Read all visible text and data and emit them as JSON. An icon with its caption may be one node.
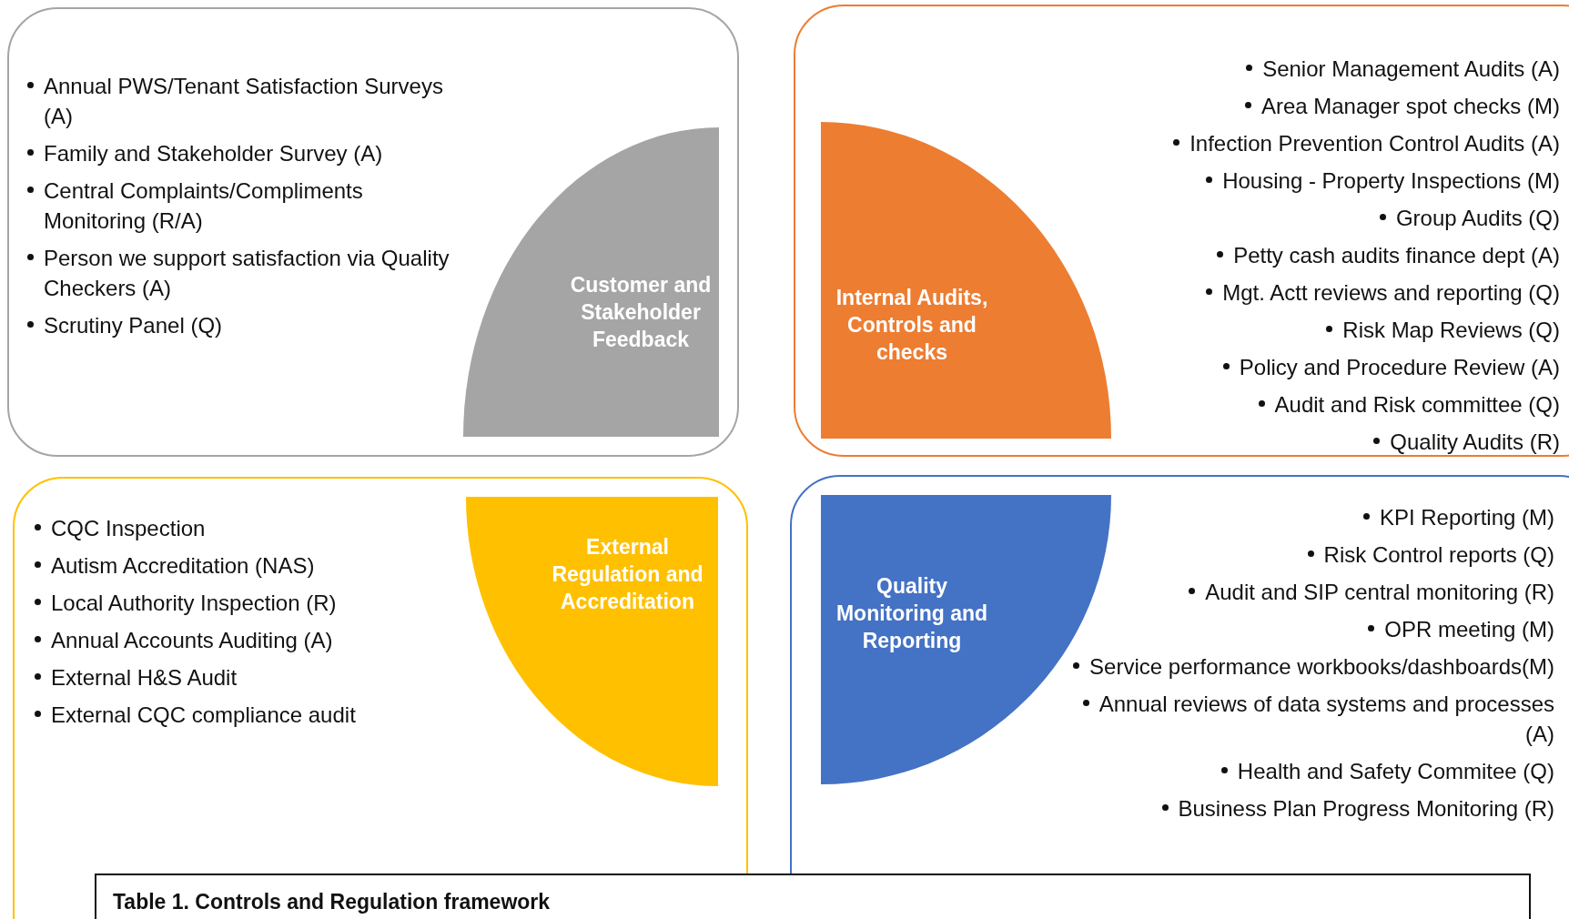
{
  "diagram": {
    "caption": "Table 1. Controls and Regulation framework",
    "nodes": [
      {
        "text": [
          "Annual PWS/Tenant Satisfaction Surveys (A)",
          "Family and Stakeholder Survey (A)",
          "Central Complaints/Compliments Monitoring (R/A)",
          "Person we support satisfaction via Quality Checkers (A)",
          "Scrutiny Panel (Q)"
        ]
      },
      {
        "text": [
          "Customer and Stakeholder Feedback"
        ],
        "in": 0
      },
      {
        "text": [
          "Senior Management Audits (A)",
          "Area Manager spot checks (M)",
          "Infection Prevention Control Audits (A)",
          "Housing - Property Inspections (M)",
          "Group Audits (Q)",
          "Petty cash audits finance dept (A)",
          "Mgt. Actt reviews and reporting (Q)",
          "Risk Map Reviews (Q)",
          "Policy and Procedure Review (A)",
          "Audit and Risk committee (Q)",
          "Quality Audits (R)"
        ]
      },
      {
        "text": [
          "Internal Audits, Controls  and checks"
        ],
        "in": 2
      },
      {
        "text": [
          "CQC Inspection",
          "Autism Accreditation (NAS)",
          "Local Authority Inspection (R)",
          "Annual Accounts Auditing (A)",
          "External H&S Audit",
          "External CQC compliance audit"
        ]
      },
      {
        "text": [
          "External Regulation and Accreditation"
        ],
        "in": 4
      },
      {
        "text": [
          "KPI Reporting (M)",
          "Risk Control reports (Q)",
          "Audit and SIP central monitoring (R)",
          "OPR meeting (M)",
          "Service performance workbooks/dashboards(M)",
          "Annual reviews of data systems and processes (A)",
          "Health and Safety Commitee (Q)",
          "Business Plan Progress Monitoring (R)"
        ]
      },
      {
        "text": [
          "Quality Monitoring and Reporting"
        ],
        "in": 6
      }
    ]
  }
}
